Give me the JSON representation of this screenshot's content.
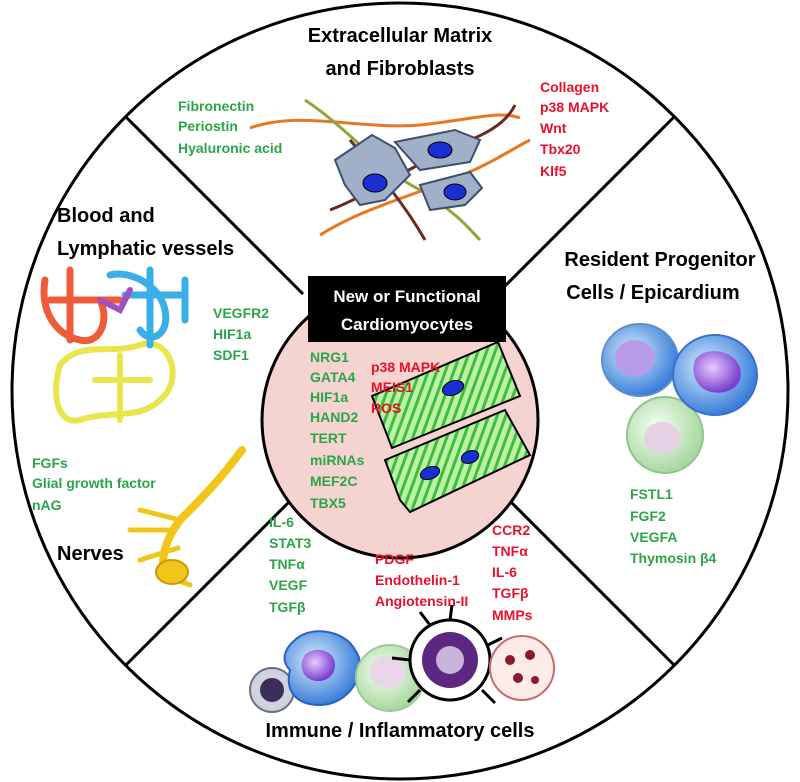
{
  "center": {
    "title_line1": "New or Functional",
    "title_line2": "Cardiomyocytes",
    "green_factors": [
      "NRG1",
      "GATA4",
      "HIF1a",
      "HAND2",
      "TERT",
      "miRNAs",
      "MEF2C",
      "TBX5"
    ],
    "red_factors": [
      "p38 MAPK",
      "MEIS1",
      "ROS"
    ]
  },
  "ecm": {
    "title_line1": "Extracellular Matrix",
    "title_line2": "and Fibroblasts",
    "green_factors": [
      "Fibronectin",
      "Periostin",
      "Hyaluronic acid"
    ],
    "red_factors": [
      "Collagen",
      "p38 MAPK",
      "Wnt",
      "Tbx20",
      "Klf5"
    ]
  },
  "blood": {
    "title_line1": "Blood and",
    "title_line2": "Lymphatic vessels",
    "green_factors": [
      "VEGFR2",
      "HIF1a",
      "SDF1"
    ]
  },
  "nerves": {
    "title": "Nerves",
    "green_factors": [
      "FGFs",
      "Glial growth factor",
      "nAG"
    ]
  },
  "progenitor": {
    "title_line1": "Resident Progenitor",
    "title_line2": "Cells / Epicardium",
    "green_factors": [
      "FSTL1",
      "FGF2",
      "VEGFA",
      "Thymosin β4"
    ]
  },
  "immune": {
    "title": "Immune / Inflammatory cells",
    "green_factors": [
      "IL-6",
      "STAT3",
      "TNFα",
      "VEGF",
      "TGFβ"
    ],
    "red_factors_a": [
      "PDGF",
      "Endothelin-1",
      "Angiotensin-II"
    ],
    "red_factors_b": [
      "CCR2",
      "TNFα",
      "IL-6",
      "TGFβ",
      "MMPs"
    ]
  },
  "colors": {
    "promoting": "#2aa548",
    "inhibiting": "#e8102a",
    "center_fill": "#f5d3d1"
  }
}
